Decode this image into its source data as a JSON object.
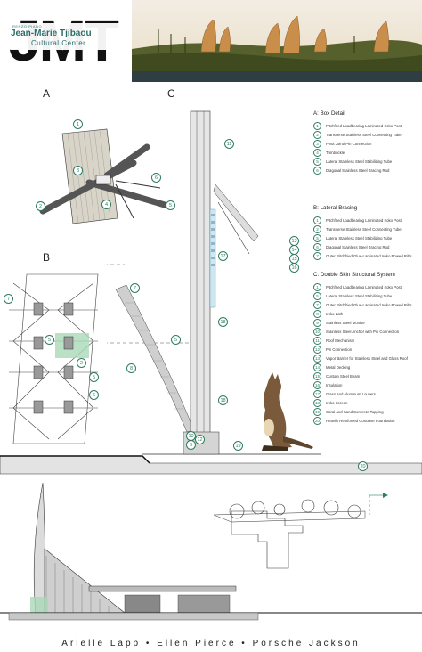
{
  "header": {
    "logo_letters": "JMT",
    "label_small": "RENZO PIANO",
    "name": "Jean-Marie Tjibaou",
    "subtitle": "Cultural Center"
  },
  "sections": {
    "a": "A",
    "b": "B",
    "c": "C"
  },
  "legend": {
    "box_detail": {
      "title": "A: Box Detail",
      "items": [
        {
          "num": "1",
          "text": "Pitchfried Loadbearing Laminated Iroko Post"
        },
        {
          "num": "2",
          "text": "Transverse Stainless Steel Connecting Tube"
        },
        {
          "num": "3",
          "text": "Pivot Joint/ Pin Connection"
        },
        {
          "num": "4",
          "text": "Turnbuckle"
        },
        {
          "num": "5",
          "text": "Lateral Stainless Steel Stabilizing Tube"
        },
        {
          "num": "6",
          "text": "Diagonal Stainless Steel Bracing Rod"
        }
      ]
    },
    "lateral_bracing": {
      "title": "B: Lateral Bracing",
      "items": [
        {
          "num": "1",
          "text": "Pitchfried Loadbearing Laminated Iroko Post"
        },
        {
          "num": "2",
          "text": "Transverse Stainless Steel Connecting Tube"
        },
        {
          "num": "5",
          "text": "Lateral Stainless Steel Stabilizing Tube"
        },
        {
          "num": "6",
          "text": "Diagonal Stainless Steel Bracing Rod"
        },
        {
          "num": "7",
          "text": "Outer Pitchfried Glue-Laminated Iroko Bowed Ribs"
        }
      ]
    },
    "double_skin": {
      "title": "C: Double Skin Structural System",
      "items": [
        {
          "num": "1",
          "text": "Pitchfried Loadbearing Laminated Iroko Post"
        },
        {
          "num": "5",
          "text": "Lateral Stainless Steel Stabilizing Tube"
        },
        {
          "num": "7",
          "text": "Outer Pitchfried Glue-Laminated Iroko Bowed Ribs"
        },
        {
          "num": "8",
          "text": "Iroko Lath"
        },
        {
          "num": "9",
          "text": "Stainless Steel Mortise"
        },
        {
          "num": "10",
          "text": "Stainless Steel Anchor with Pin Connection"
        },
        {
          "num": "11",
          "text": "Roof Mechanism"
        },
        {
          "num": "12",
          "text": "Pin Connection"
        },
        {
          "num": "13",
          "text": "Vapor Barrier for Stainless Steel and Glass Roof"
        },
        {
          "num": "14",
          "text": "Metal Decking"
        },
        {
          "num": "15",
          "text": "Custom Steel Beam"
        },
        {
          "num": "16",
          "text": "Insulation"
        },
        {
          "num": "17",
          "text": "Glass and Aluminum Louvers"
        },
        {
          "num": "18",
          "text": "Iroko Screen"
        },
        {
          "num": "19",
          "text": "Coral and Sand Concrete Topping"
        },
        {
          "num": "20",
          "text": "Heavily Reinforced Concrete Foundation"
        }
      ]
    }
  },
  "callouts": {
    "a": [
      "1",
      "3",
      "2",
      "4",
      "6",
      "5"
    ],
    "b": [
      "7",
      "5",
      "2",
      "5",
      "6"
    ],
    "c": [
      "7",
      "8",
      "5",
      "11",
      "17",
      "18",
      "18",
      "13",
      "14",
      "15",
      "16",
      "10",
      "9",
      "12",
      "19",
      "20"
    ]
  },
  "footer": {
    "authors": "Arielle Lapp • Ellen Pierce • Porsche Jackson"
  },
  "colors": {
    "accent": "#2e7d5e",
    "title_teal": "#2b6d6a",
    "highlight": "#a9d8b8",
    "ground": "#e3e3e3"
  }
}
